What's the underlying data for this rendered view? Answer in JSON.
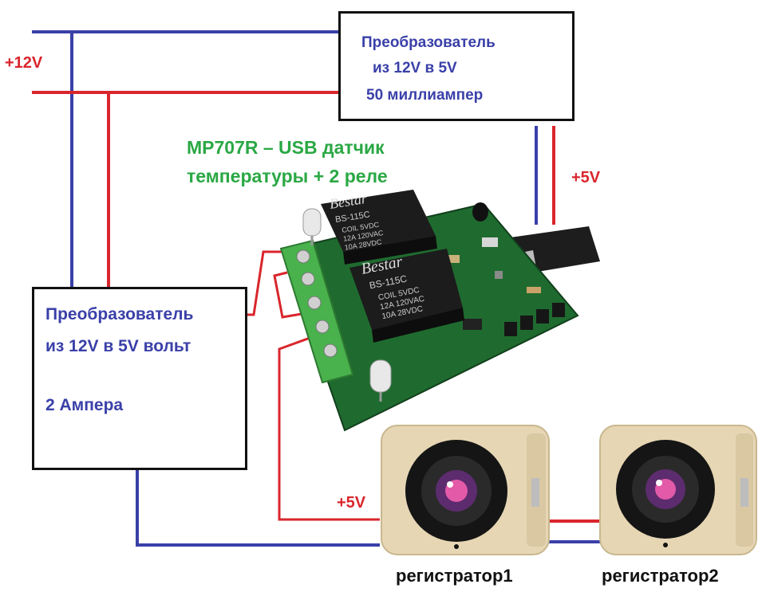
{
  "top_converter": {
    "line1": "Преобразователь",
    "line2": "из 12V в 5V",
    "line3": "50 миллиампер"
  },
  "left_converter": {
    "line1": "Преобразователь",
    "line2": "из 12V в 5V вольт",
    "line3": "2 Ампера"
  },
  "board_title": {
    "line1": "MP707R – USB датчик",
    "line2": "температуры + 2 реле"
  },
  "relay1": {
    "brand": "Bestar",
    "model": "BS-115C",
    "coil": "COIL 5VDC",
    "rating1": "12A 120VAC",
    "rating2": "10A 28VDC"
  },
  "relay2": {
    "brand": "Bestar",
    "model": "BS-115C",
    "coil": "COIL 5VDC",
    "rating1": "12A 120VAC",
    "rating2": "10A 28VDC"
  },
  "labels": {
    "v12": "+12V",
    "v5_top": "+5V",
    "v5_bottom": "+5V"
  },
  "cameras": [
    {
      "caption": "регистратор1"
    },
    {
      "caption": "регистратор2"
    }
  ],
  "colors": {
    "wire_blue": "#3a40a8",
    "wire_red": "#d9262c",
    "label_green": "#2aa844",
    "pcb_green": "#1f6b2f",
    "terminal_green": "#49b24d",
    "camera_body": "#e6d6b4"
  }
}
